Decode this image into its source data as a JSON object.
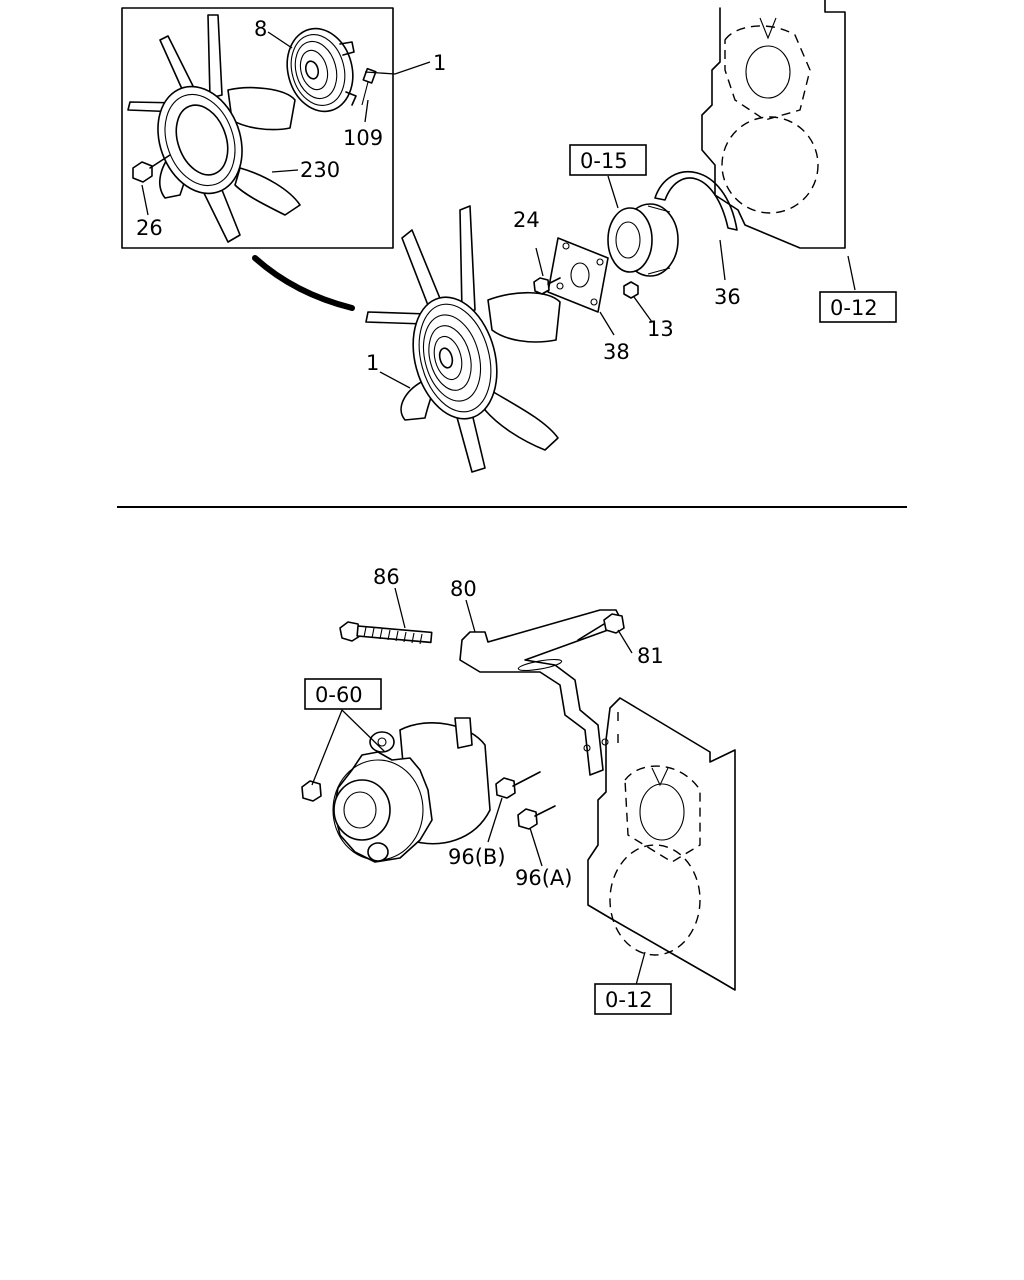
{
  "callouts": {
    "c8": "8",
    "c1_inset": "1",
    "c109": "109",
    "c230": "230",
    "c26": "26",
    "c24": "24",
    "c1": "1",
    "c38": "38",
    "c13": "13",
    "c36": "36",
    "c86": "86",
    "c80": "80",
    "c81": "81",
    "c96b": "96(B)",
    "c96a": "96(A)"
  },
  "references": {
    "r015": "0-15",
    "r012_top": "0-12",
    "r060": "0-60",
    "r012_bottom": "0-12"
  }
}
